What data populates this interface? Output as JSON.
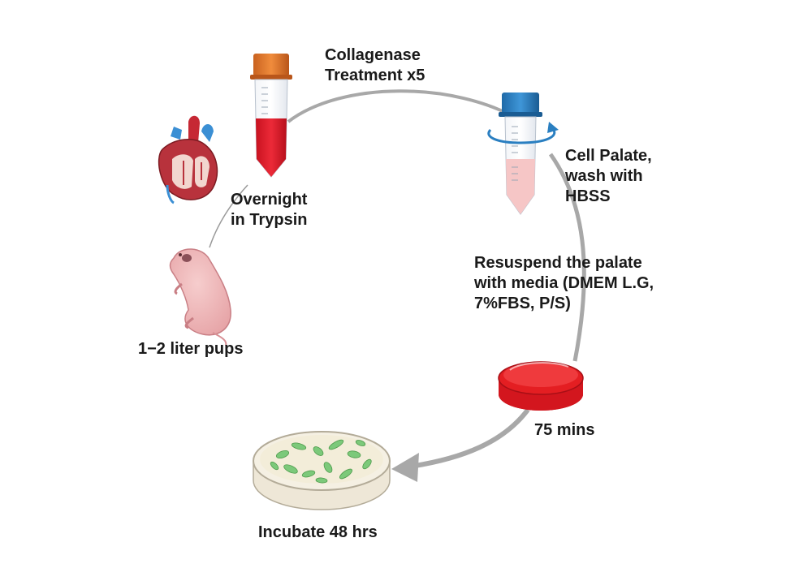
{
  "steps": {
    "pups": {
      "label": "1−2 liter pups"
    },
    "trypsin": {
      "line1": "Overnight",
      "line2": "in Trypsin"
    },
    "collagenase": {
      "line1": "Collagenase",
      "line2": "Treatment x5"
    },
    "palate": {
      "line1": "Cell Palate,",
      "line2": "wash with",
      "line3": "HBSS"
    },
    "resuspend": {
      "line1": "Resuspend the palate",
      "line2": "with media (DMEM L.G,",
      "line3": "7%FBS, P/S)"
    },
    "mins": {
      "label": "75 mins"
    },
    "incubate": {
      "label": "Incubate 48 hrs"
    }
  },
  "icons": [
    "heart-icon",
    "mouse-pup-icon",
    "trypsin-tube-icon",
    "centrifuge-tube-icon",
    "culture-dish-icon",
    "incubated-dish-icon"
  ],
  "colors": {
    "tube_orange_cap": "#d9762b",
    "tube_blue_cap": "#2a7fc1",
    "trypsin_red": "#e0202e",
    "media_pink": "#f6c6c6",
    "dish_red": "#e41e22",
    "cell_green": "#7cc97a",
    "arrow_gray": "#a8a8a8"
  }
}
